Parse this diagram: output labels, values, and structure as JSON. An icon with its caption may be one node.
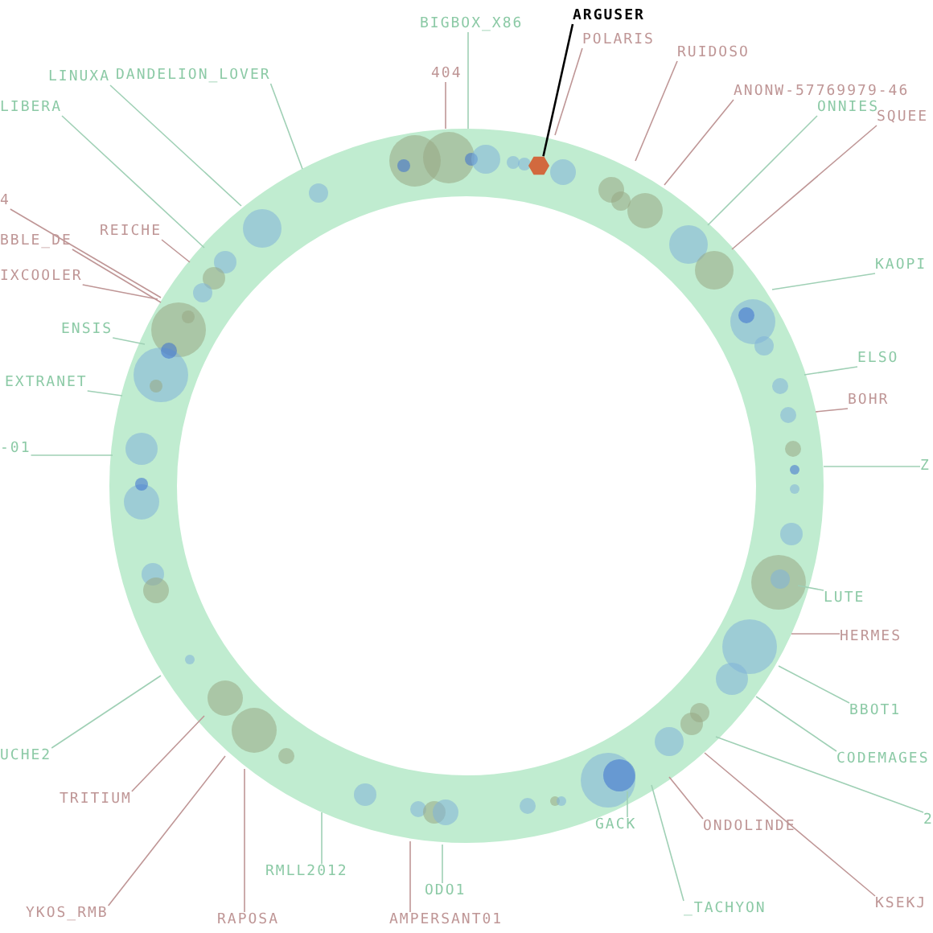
{
  "diagram": {
    "nodes": [
      {
        "text": [
          "ARGUSER"
        ]
      },
      {
        "text": [
          "BIGBOX_X86"
        ]
      },
      {
        "text": [
          "POLARIS"
        ]
      },
      {
        "text": [
          "RUIDOSO"
        ]
      },
      {
        "text": [
          "404"
        ]
      },
      {
        "text": [
          "LINUXA"
        ]
      },
      {
        "text": [
          "DANDELION_LOVER"
        ]
      },
      {
        "text": [
          "ANONW-57769979-46"
        ]
      },
      {
        "text": [
          "ONNIES"
        ]
      },
      {
        "text": [
          "LIBERA"
        ]
      },
      {
        "text": [
          "SQUEE"
        ]
      },
      {
        "text": [
          "4"
        ]
      },
      {
        "text": [
          "REICHE"
        ]
      },
      {
        "text": [
          "BBLE_DE"
        ]
      },
      {
        "text": [
          "KAOPI"
        ]
      },
      {
        "text": [
          "IXCOOLER"
        ]
      },
      {
        "text": [
          "ENSIS"
        ]
      },
      {
        "text": [
          "ELSO"
        ]
      },
      {
        "text": [
          "EXTRANET"
        ]
      },
      {
        "text": [
          "BOHR"
        ]
      },
      {
        "text": [
          "-01"
        ]
      },
      {
        "text": [
          "Z"
        ]
      },
      {
        "text": [
          "LUTE"
        ]
      },
      {
        "text": [
          "HERMES"
        ]
      },
      {
        "text": [
          "BBOT1"
        ]
      },
      {
        "text": [
          "UCHE2"
        ]
      },
      {
        "text": [
          "CODEMAGES"
        ]
      },
      {
        "text": [
          "2"
        ]
      },
      {
        "text": [
          "TRITIUM"
        ]
      },
      {
        "text": [
          "GACK"
        ]
      },
      {
        "text": [
          "ONDOLINDE"
        ]
      },
      {
        "text": [
          "RMLL2012"
        ]
      },
      {
        "text": [
          "ODO1"
        ]
      },
      {
        "text": [
          "KSEKJ"
        ]
      },
      {
        "text": [
          "_TACHYON"
        ]
      },
      {
        "text": [
          "YKOS_RMB"
        ]
      },
      {
        "text": [
          "RAPOSA"
        ]
      },
      {
        "text": [
          "AMPERSANT01"
        ]
      },
      {
        "text": [],
        "shape": "hexagon"
      }
    ],
    "edges": [
      {
        "from": 0,
        "to": 38,
        "arrow": "none",
        "color": "#000000"
      },
      {
        "from": 1,
        "to": null,
        "arrow": "none"
      },
      {
        "from": 2,
        "to": null,
        "arrow": "none",
        "color": "#bf9696"
      },
      {
        "from": 3,
        "to": null,
        "arrow": "none",
        "color": "#bf9696"
      },
      {
        "from": 4,
        "to": null,
        "arrow": "none",
        "color": "#bf9696"
      },
      {
        "from": 5,
        "to": null,
        "arrow": "none"
      },
      {
        "from": 6,
        "to": null,
        "arrow": "none"
      },
      {
        "from": 7,
        "to": null,
        "arrow": "none",
        "color": "#bf9696"
      },
      {
        "from": 8,
        "to": null,
        "arrow": "none"
      },
      {
        "from": 9,
        "to": null,
        "arrow": "none"
      },
      {
        "from": 10,
        "to": null,
        "arrow": "none",
        "color": "#bf9696"
      },
      {
        "from": 11,
        "to": null,
        "arrow": "none",
        "color": "#bf9696"
      },
      {
        "from": 12,
        "to": null,
        "arrow": "none",
        "color": "#bf9696"
      },
      {
        "from": 13,
        "to": null,
        "arrow": "none",
        "color": "#bf9696"
      },
      {
        "from": 14,
        "to": null,
        "arrow": "none"
      },
      {
        "from": 15,
        "to": null,
        "arrow": "none",
        "color": "#bf9696"
      },
      {
        "from": 16,
        "to": null,
        "arrow": "none"
      },
      {
        "from": 17,
        "to": null,
        "arrow": "none"
      },
      {
        "from": 18,
        "to": null,
        "arrow": "none"
      },
      {
        "from": 19,
        "to": null,
        "arrow": "none",
        "color": "#bf9696"
      },
      {
        "from": 20,
        "to": null,
        "arrow": "none"
      },
      {
        "from": 21,
        "to": null,
        "arrow": "none"
      },
      {
        "from": 22,
        "to": null,
        "arrow": "none"
      },
      {
        "from": 23,
        "to": null,
        "arrow": "none",
        "color": "#bf9696"
      },
      {
        "from": 24,
        "to": null,
        "arrow": "none"
      },
      {
        "from": 25,
        "to": null,
        "arrow": "none"
      },
      {
        "from": 26,
        "to": null,
        "arrow": "none"
      },
      {
        "from": 27,
        "to": null,
        "arrow": "none"
      },
      {
        "from": 28,
        "to": null,
        "arrow": "none",
        "color": "#bf9696"
      },
      {
        "from": 29,
        "to": null,
        "arrow": "none"
      },
      {
        "from": 30,
        "to": null,
        "arrow": "none",
        "color": "#bf9696"
      },
      {
        "from": 31,
        "to": null,
        "arrow": "none"
      },
      {
        "from": 32,
        "to": null,
        "arrow": "none"
      },
      {
        "from": 33,
        "to": null,
        "arrow": "none",
        "color": "#bf9696"
      },
      {
        "from": 34,
        "to": null,
        "arrow": "none"
      },
      {
        "from": 35,
        "to": null,
        "arrow": "none",
        "color": "#bf9696"
      },
      {
        "from": 36,
        "to": null,
        "arrow": "none",
        "color": "#bf9696"
      },
      {
        "from": 37,
        "to": null,
        "arrow": "none",
        "color": "#bf9696"
      }
    ]
  }
}
